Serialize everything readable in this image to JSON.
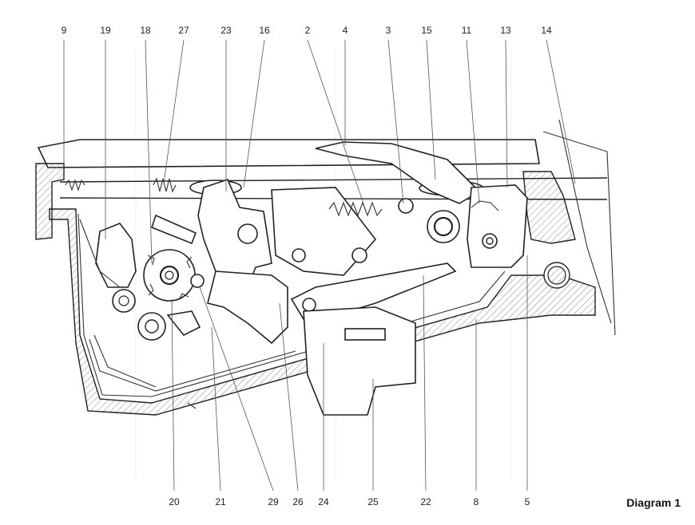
{
  "diagram": {
    "caption": "Diagram 1",
    "top_labels": [
      "9",
      "19",
      "18",
      "27",
      "23",
      "16",
      "2",
      "4",
      "3",
      "15",
      "11",
      "13",
      "14"
    ],
    "bottom_labels": [
      "20",
      "21",
      "29",
      "26",
      "24",
      "25",
      "22",
      "8",
      "5"
    ]
  }
}
